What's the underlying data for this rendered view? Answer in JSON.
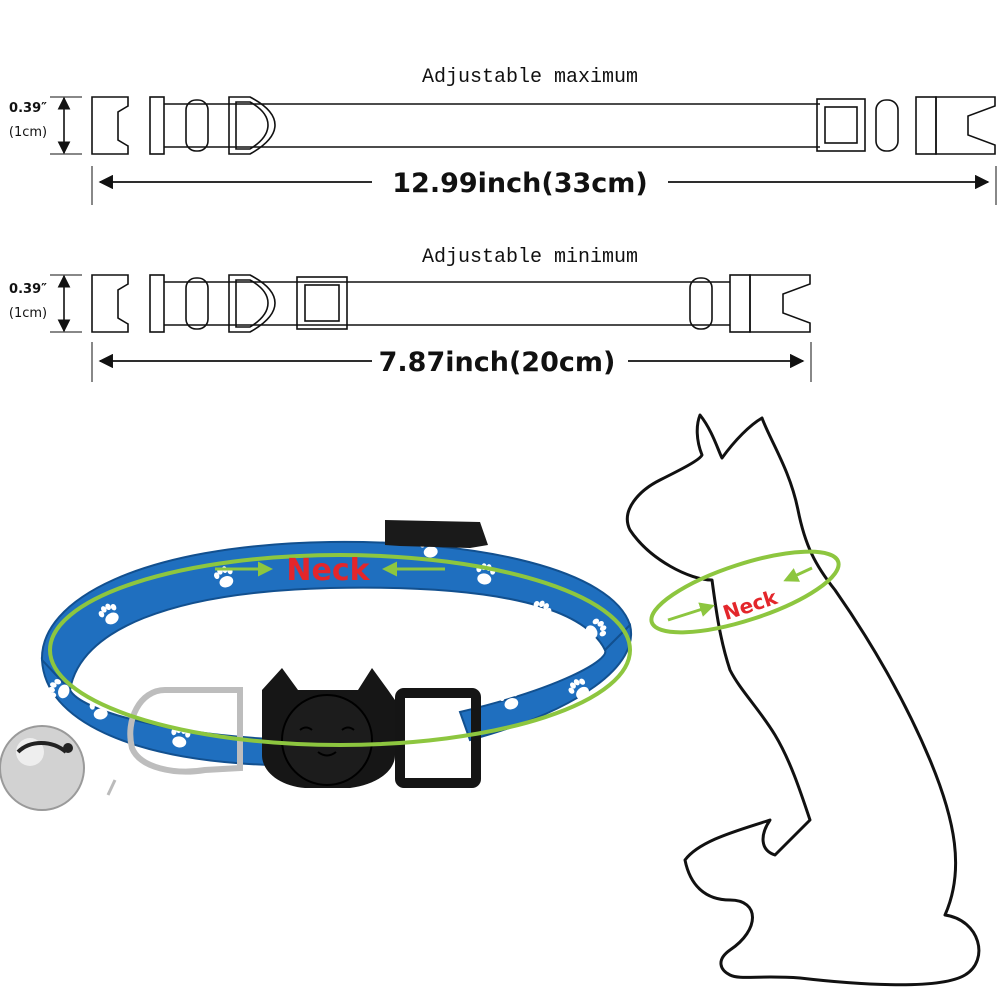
{
  "colors": {
    "collar_blue": "#1e6fc0",
    "collar_edge": "#12508f",
    "paw_white": "#ffffff",
    "neck_ring_green": "#8dc63f",
    "neck_text_red": "#e3262b",
    "outline_black": "#111111",
    "bell_silver": "#cfcfcf"
  },
  "max_diagram": {
    "title": "Adjustable maximum",
    "width_label_inch": "0.39″",
    "width_label_cm": "(1cm)",
    "length_label": "12.99inch(33cm)"
  },
  "min_diagram": {
    "title": "Adjustable minimum",
    "width_label_inch": "0.39″",
    "width_label_cm": "(1cm)",
    "length_label": "7.87inch(20cm)"
  },
  "collar_photo": {
    "neck_label": "Neck",
    "pattern": "white paw prints on blue nylon",
    "buckle": "black cat-face safety buckle",
    "charm": "silver bell"
  },
  "cat_outline": {
    "neck_label": "Neck"
  }
}
